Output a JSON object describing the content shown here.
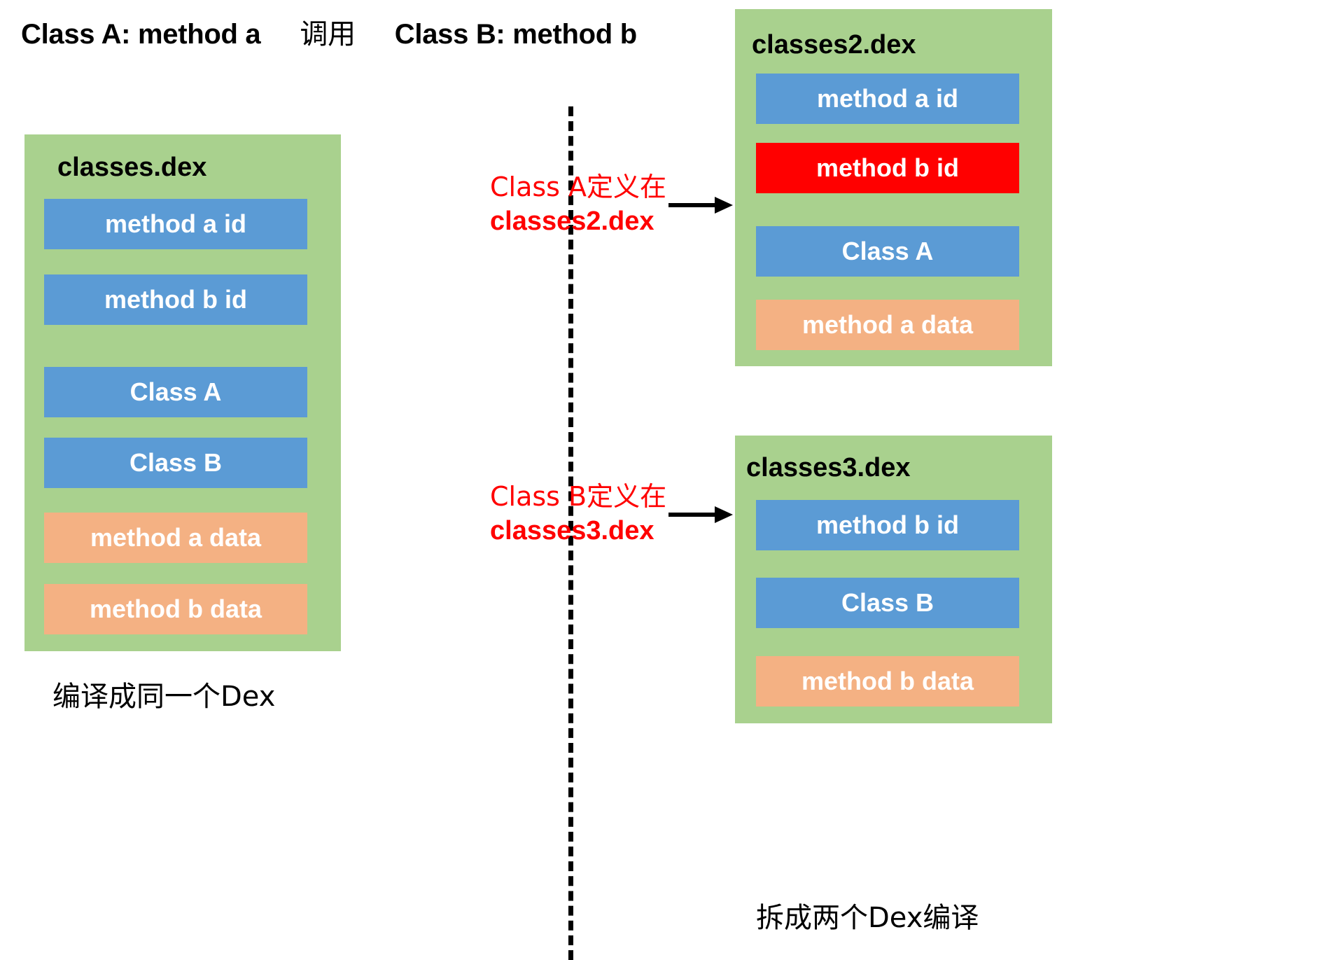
{
  "header": {
    "left_class": "Class A:  method a",
    "call_label": "调用",
    "right_class": "Class B: method b"
  },
  "divider": {
    "style": "dashed-vertical",
    "color": "#000000"
  },
  "palette": {
    "container_green": "#A9D18E",
    "id_blue": "#5B9BD5",
    "data_orange": "#F4B183",
    "highlight_red": "#FF0000",
    "annotation_red": "#FF0000",
    "text_white": "#FFFFFF",
    "text_black": "#000000",
    "page_background": "#FFFFFF"
  },
  "left_panel": {
    "box": {
      "title": "classes.dex",
      "slots": [
        {
          "label": "method a id",
          "kind": "blue"
        },
        {
          "label": "method b id",
          "kind": "blue"
        },
        {
          "label": "Class A",
          "kind": "blue"
        },
        {
          "label": "Class B",
          "kind": "blue"
        },
        {
          "label": "method a data",
          "kind": "orange"
        },
        {
          "label": "method b data",
          "kind": "orange"
        }
      ]
    },
    "caption": "编译成同一个Dex"
  },
  "right_panel": {
    "annotation_a": {
      "line1": "Class A定义在",
      "line2": "classes2.dex"
    },
    "annotation_b": {
      "line1": "Class B定义在",
      "line2": "classes3.dex"
    },
    "dex2": {
      "title": "classes2.dex",
      "slots": [
        {
          "label": "method a id",
          "kind": "blue"
        },
        {
          "label": "method b id",
          "kind": "red"
        },
        {
          "label": "Class A",
          "kind": "blue"
        },
        {
          "label": "method a data",
          "kind": "orange"
        }
      ]
    },
    "dex3": {
      "title": "classes3.dex",
      "slots": [
        {
          "label": "method b id",
          "kind": "blue"
        },
        {
          "label": "Class B",
          "kind": "blue"
        },
        {
          "label": "method b data",
          "kind": "orange"
        }
      ]
    },
    "caption": "拆成两个Dex编译"
  }
}
